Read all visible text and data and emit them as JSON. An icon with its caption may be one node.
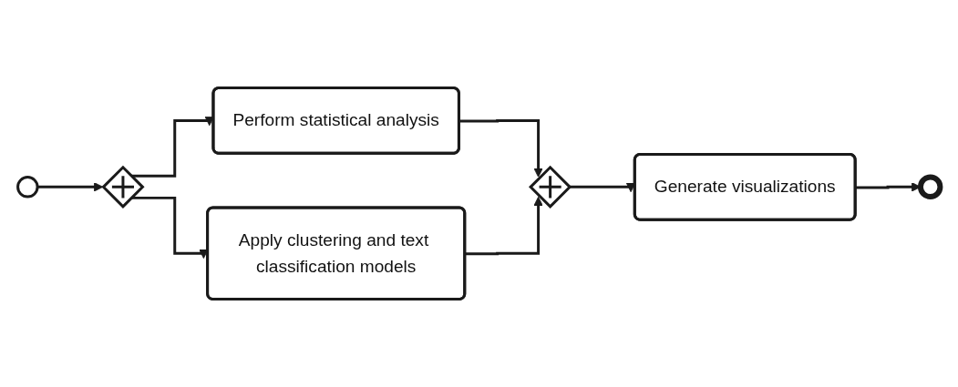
{
  "diagram": {
    "nodes": [
      {
        "text": [],
        "shape": "circle"
      },
      {
        "text": [],
        "shape": "diamond"
      },
      {
        "text": [
          "Perform statistical analysis"
        ]
      },
      {
        "text": [
          "Apply clustering and text classification models"
        ]
      },
      {
        "text": [],
        "shape": "diamond"
      },
      {
        "text": [
          "Generate visualizations"
        ]
      },
      {
        "text": [],
        "shape": "circle"
      }
    ],
    "edges": [
      {
        "from": 0,
        "to": 1,
        "arrow": "to"
      },
      {
        "from": 1,
        "to": 2,
        "arrow": "to"
      },
      {
        "from": 1,
        "to": 3,
        "arrow": "to"
      },
      {
        "from": 2,
        "to": 4,
        "arrow": "to"
      },
      {
        "from": 3,
        "to": 4,
        "arrow": "to"
      },
      {
        "from": 4,
        "to": 5,
        "arrow": "to"
      },
      {
        "from": 5,
        "to": 6,
        "arrow": "to"
      }
    ]
  }
}
